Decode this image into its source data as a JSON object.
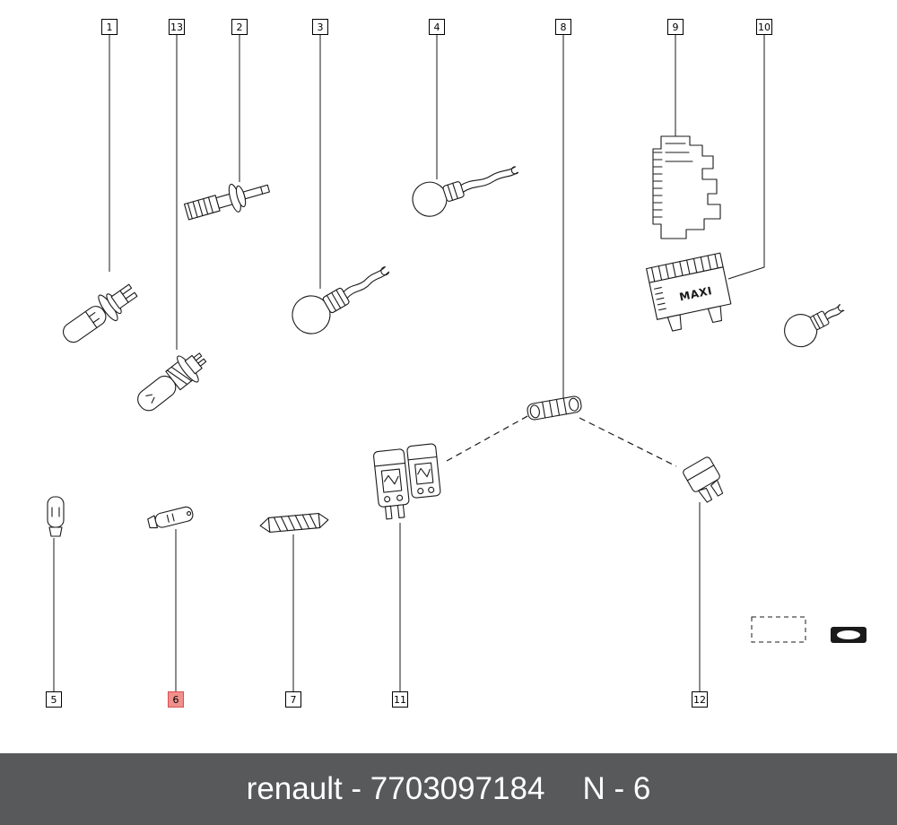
{
  "page": {
    "background_color": "#ffffff",
    "line_color": "#1a1a1a"
  },
  "labels": [
    {
      "text": "1",
      "highlighted": false
    },
    {
      "text": "13",
      "highlighted": false
    },
    {
      "text": "2",
      "highlighted": false
    },
    {
      "text": "3",
      "highlighted": false
    },
    {
      "text": "4",
      "highlighted": false
    },
    {
      "text": "8",
      "highlighted": false
    },
    {
      "text": "9",
      "highlighted": false
    },
    {
      "text": "10",
      "highlighted": false
    },
    {
      "text": "5",
      "highlighted": false
    },
    {
      "text": "6",
      "highlighted": true
    },
    {
      "text": "7",
      "highlighted": false
    },
    {
      "text": "11",
      "highlighted": false
    },
    {
      "text": "12",
      "highlighted": false
    }
  ],
  "parts": {
    "maxi_label": "MAXI"
  },
  "highlight": {
    "fill": "#f0908d",
    "border": "#dd4f4c"
  },
  "footer": {
    "left_text": "renault - 7703097184",
    "page_ref": "N - 6",
    "background": "#58595b",
    "text_color": "#ffffff"
  }
}
